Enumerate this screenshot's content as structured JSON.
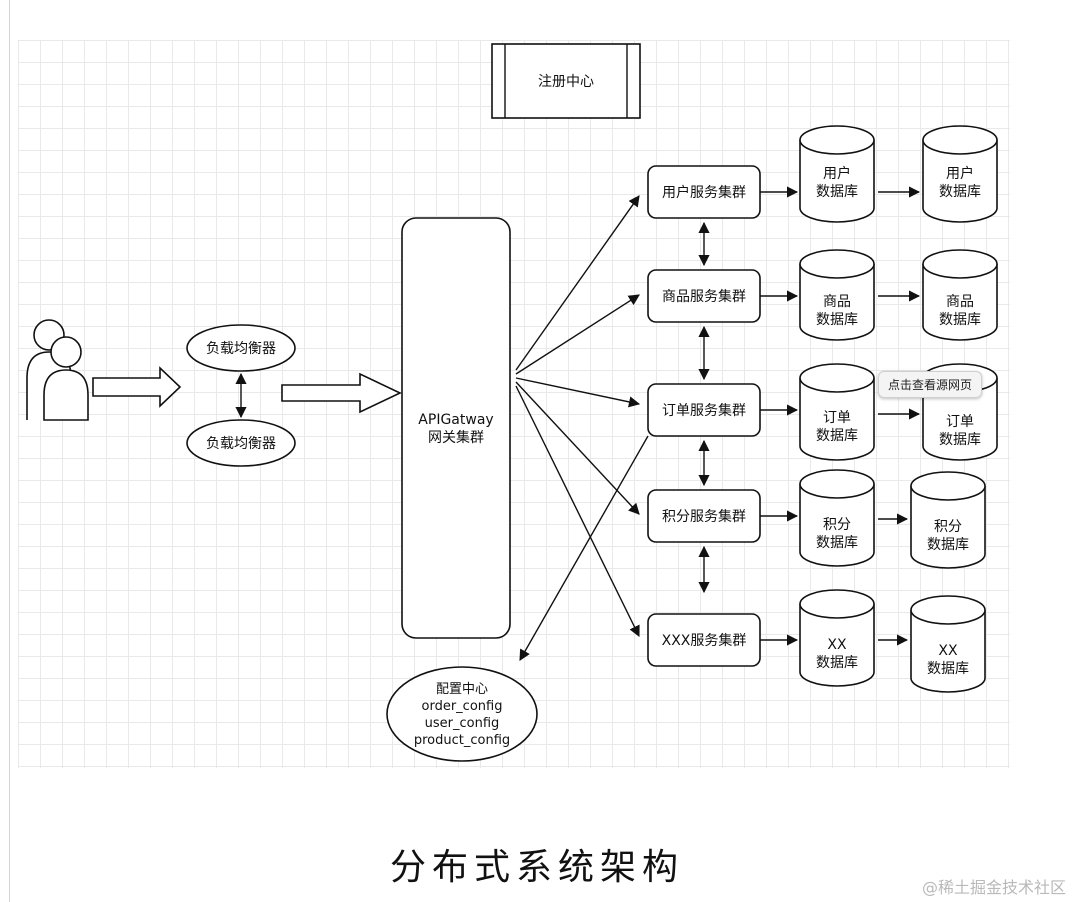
{
  "diagram": {
    "nodes": {
      "registry": "注册中心",
      "lb1": "负载均衡器",
      "lb2": "负载均衡器",
      "gateway": [
        "APIGatway",
        "网关集群"
      ],
      "config": [
        "配置中心",
        "order_config",
        "user_config",
        "product_config"
      ],
      "svc_user": "用户服务集群",
      "svc_product": "商品服务集群",
      "svc_order": "订单服务集群",
      "svc_points": "积分服务集群",
      "svc_xxx": "XXX服务集群",
      "db_user_1": [
        "用户",
        "数据库"
      ],
      "db_user_2": [
        "用户",
        "数据库"
      ],
      "db_product_1": [
        "商品",
        "数据库"
      ],
      "db_product_2": [
        "商品",
        "数据库"
      ],
      "db_order_1": [
        "订单",
        "数据库"
      ],
      "db_order_2": [
        "订单",
        "数据库"
      ],
      "db_points_1": [
        "积分",
        "数据库"
      ],
      "db_points_2": [
        "积分",
        "数据库"
      ],
      "db_xx_1": [
        "XX",
        "数据库"
      ],
      "db_xx_2": [
        "XX",
        "数据库"
      ]
    }
  },
  "caption": "分布式系统架构",
  "tooltip": "点击查看源网页",
  "watermark": "@稀土掘金技术社区"
}
